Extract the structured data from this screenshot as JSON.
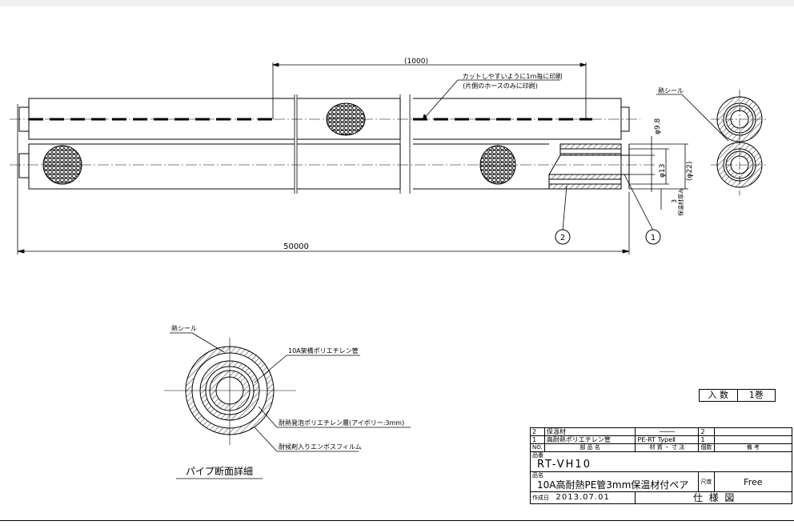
{
  "labels": {
    "dim_1000": "(1000)",
    "print_note_1": "カットしやすいように1m毎に印刷",
    "print_note_2": "(片側のホースのみに印刷)",
    "heat_seal": "熱シール",
    "dim_98": "φ9.8",
    "dim_13": "φ13",
    "dim_22": "(φ22)",
    "dim_3": "3",
    "insulation_thickness": "保温材厚み",
    "balloon_1": "1",
    "balloon_2": "2",
    "dim_50000": "50000",
    "section_heat_seal": "熱シール",
    "section_pipe": "10A架橋ポリエチレン管",
    "section_foam": "耐熱発泡ポリエチレン層(アイボリー:3mm)",
    "section_film": "耐候剤入りエンボスフィルム",
    "section_title": "パイプ断面詳細"
  },
  "quantity": {
    "label": "入 数",
    "value": "1巻"
  },
  "title_block": {
    "rows": [
      {
        "no": "2",
        "name": "保温材",
        "material": "────",
        "qty": "2",
        "note": ""
      },
      {
        "no": "1",
        "name": "高耐熱ポリエチレン管",
        "material": "PE-RT TypeⅡ",
        "qty": "1",
        "note": ""
      }
    ],
    "header": {
      "no": "NO.",
      "name": "部 品 名",
      "material": "材 質 ・ 寸 法",
      "qty": "個数",
      "note": "備 考"
    },
    "part_no_label": "品番",
    "part_no": "RT-VH10",
    "part_name_label": "品名",
    "part_name": "10A高耐熱PE管3mm保温材付ペア",
    "scale_label": "尺度",
    "scale": "Free",
    "date_label": "作成日",
    "date": "2013.07.01",
    "doc_type": "仕  様  図"
  }
}
